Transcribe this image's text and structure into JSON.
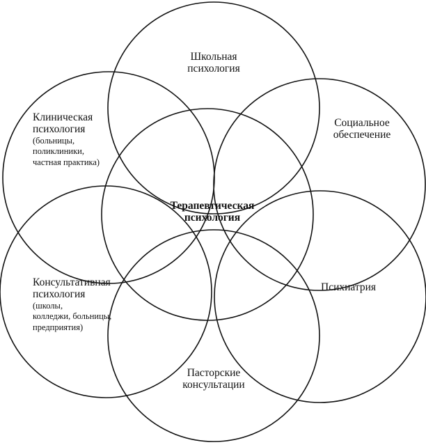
{
  "center": {
    "line1": "Терапевтическая",
    "line2": "психология"
  },
  "school": {
    "line1": "Школьная",
    "line2": "психология"
  },
  "clinical": {
    "line1": "Клиническая",
    "line2": "психология",
    "detail1": "(больницы,",
    "detail2": "поликлиники,",
    "detail3": "частная практика)"
  },
  "social": {
    "line1": "Социальное",
    "line2": "обеспечение"
  },
  "counseling": {
    "line1": "Консультативная",
    "line2": "психология",
    "detail1": "(школы,",
    "detail2": "колледжи, больницы,",
    "detail3": "предприятия)"
  },
  "psychiatry": {
    "line1": "Психиатрия"
  },
  "pastoral": {
    "line1": "Пасторские",
    "line2": "консультации"
  }
}
